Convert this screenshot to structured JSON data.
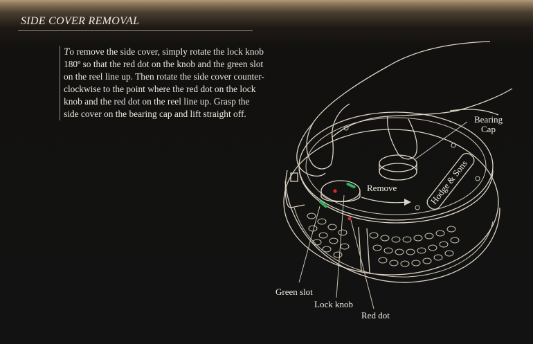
{
  "header": {
    "title": "SIDE COVER REMOVAL"
  },
  "instructions": {
    "drop_cap": "T",
    "text": "o remove the side cover, simply rotate the lock knob 180º so that the red dot on the knob and the green slot on the reel line up. Then rotate the side cover counter-clockwise to the point where the red dot on the lock knob and the red dot on the reel line up. Grasp the side cover on the bearing cap and lift straight off."
  },
  "diagram": {
    "labels": {
      "bearing_cap_line1": "Bearing",
      "bearing_cap_line2": "Cap",
      "remove": "Remove",
      "brand": "Hodge & Sons",
      "green_slot": "Green slot",
      "lock_knob": "Lock knob",
      "red_dot": "Red dot"
    },
    "colors": {
      "line_art": "#ddd5c4",
      "red_dot": "#d8282a",
      "green_slot": "#2fae5a"
    }
  }
}
